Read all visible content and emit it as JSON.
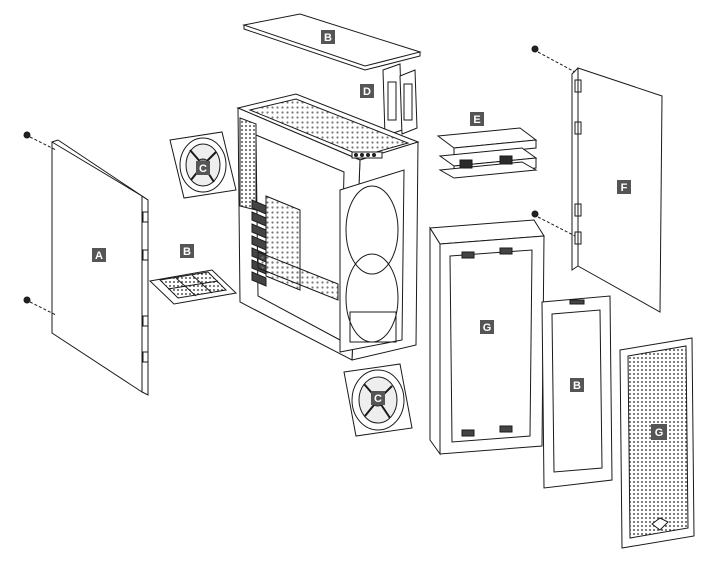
{
  "labels": {
    "top_panel": "B",
    "ssd_tray": "D",
    "drive_cage": "E",
    "right_panel": "F",
    "left_panel": "A",
    "bottom_filter": "B",
    "top_fan": "C",
    "bottom_fan": "C",
    "front_frame": "G",
    "front_filter": "B",
    "front_mesh": "G"
  },
  "colors": {
    "line": "#1a1a1a",
    "label_bg": "#555555",
    "label_text": "#ffffff",
    "panel_fill": "#ffffff",
    "dark_fill": "#2b2b2b"
  }
}
